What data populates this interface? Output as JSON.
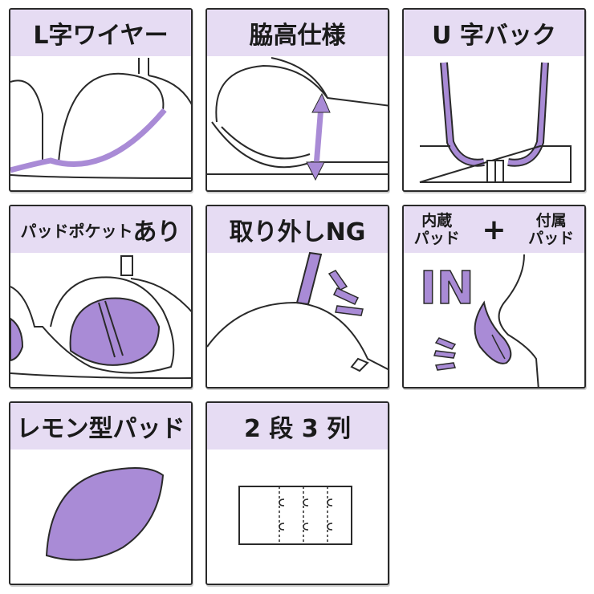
{
  "panels": [
    {
      "title": "L字ワイヤー"
    },
    {
      "title": "脇高仕様"
    },
    {
      "title": "U 字バック"
    },
    {
      "title_small": "パッドポケット",
      "title_big": "あり"
    },
    {
      "title": "取り外しNG"
    },
    {
      "left_top": "内蔵",
      "left_bottom": "パッド",
      "plus": "+",
      "right_top": "付属",
      "right_bottom": "パッド",
      "in_label": "IN"
    },
    {
      "title": "レモン型パッド"
    },
    {
      "title": "2 段 3 列"
    }
  ],
  "colors": {
    "accent": "#a98bd6",
    "header_bg": "#e6dcf3",
    "line": "#2a2a2a"
  }
}
